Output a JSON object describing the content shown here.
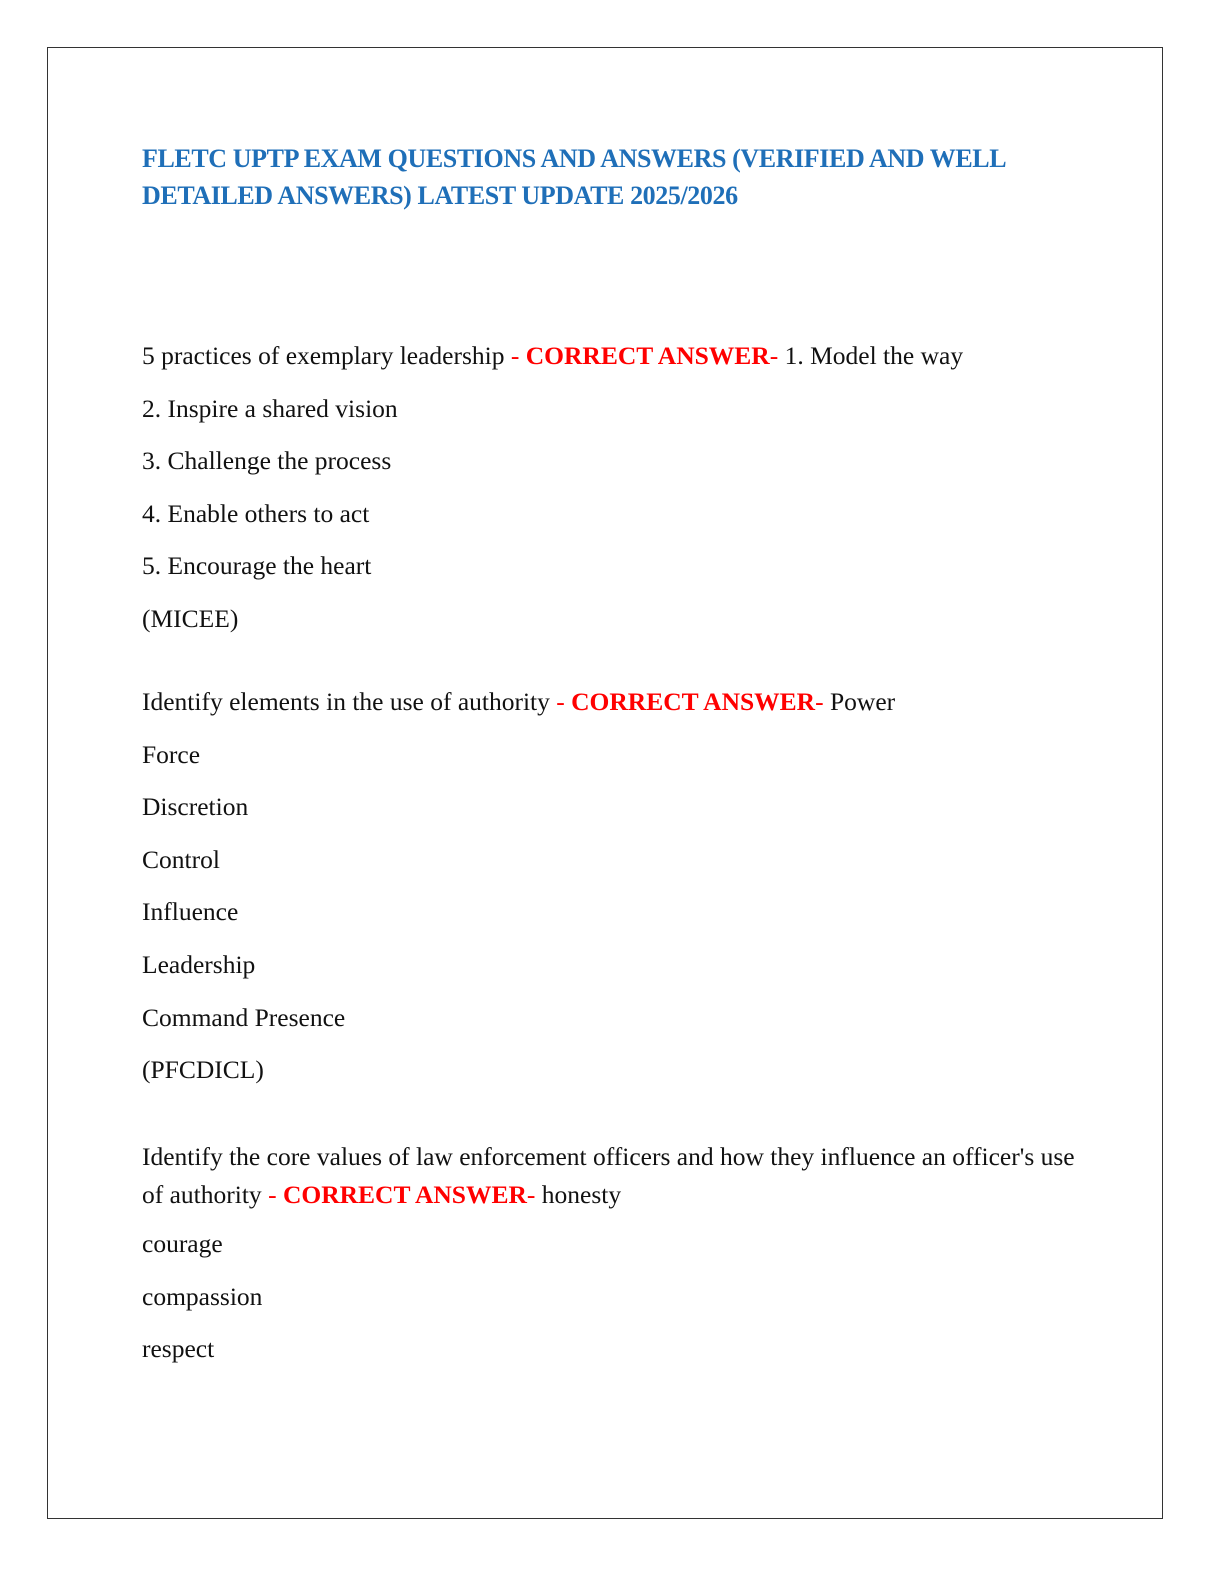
{
  "document": {
    "title": "FLETC UPTP EXAM QUESTIONS AND ANSWERS (VERIFIED AND WELL DETAILED ANSWERS) LATEST UPDATE 2025/2026",
    "answer_marker": {
      "dash": " - ",
      "label": "CORRECT ANSWER",
      "suffix": "- "
    },
    "colors": {
      "title": "#1f6fb8",
      "answer_marker": "#ff0000",
      "text": "#111111"
    },
    "questions": [
      {
        "question": "5 practices of exemplary leadership",
        "first_answer": "1. Model the way",
        "more_lines": [
          "2. Inspire a shared vision",
          "3. Challenge the process",
          "4. Enable others to act",
          "5. Encourage the heart",
          "(MICEE)"
        ]
      },
      {
        "question": "Identify elements in the use of authority",
        "first_answer": "Power",
        "more_lines": [
          "Force",
          "Discretion",
          "Control",
          "Influence",
          "Leadership",
          "Command Presence",
          "(PFCDICL)"
        ]
      },
      {
        "question": "Identify the core values of law enforcement officers and how they influence an officer's use of authority",
        "first_answer": "honesty",
        "more_lines": [
          "courage",
          "compassion",
          "respect"
        ]
      }
    ]
  }
}
